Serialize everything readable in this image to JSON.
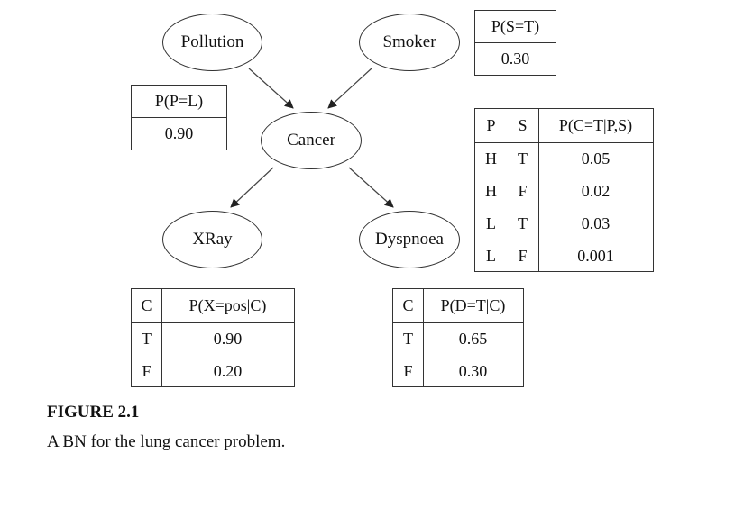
{
  "nodes": {
    "pollution": "Pollution",
    "smoker": "Smoker",
    "cancer": "Cancer",
    "xray": "XRay",
    "dyspnoea": "Dyspnoea"
  },
  "cpt_smoker": {
    "header": "P(S=T)",
    "value": "0.30"
  },
  "cpt_pollution": {
    "header": "P(P=L)",
    "value": "0.90"
  },
  "cpt_cancer": {
    "headers": [
      "P",
      "S",
      "P(C=T|P,S)"
    ],
    "rows": [
      [
        "H",
        "T",
        "0.05"
      ],
      [
        "H",
        "F",
        "0.02"
      ],
      [
        "L",
        "T",
        "0.03"
      ],
      [
        "L",
        "F",
        "0.001"
      ]
    ]
  },
  "cpt_xray": {
    "headers": [
      "C",
      "P(X=pos|C)"
    ],
    "rows": [
      [
        "T",
        "0.90"
      ],
      [
        "F",
        "0.20"
      ]
    ]
  },
  "cpt_dyspnoea": {
    "headers": [
      "C",
      "P(D=T|C)"
    ],
    "rows": [
      [
        "T",
        "0.65"
      ],
      [
        "F",
        "0.30"
      ]
    ]
  },
  "caption": {
    "label": "FIGURE 2.1",
    "text": "A BN for the lung cancer problem."
  }
}
